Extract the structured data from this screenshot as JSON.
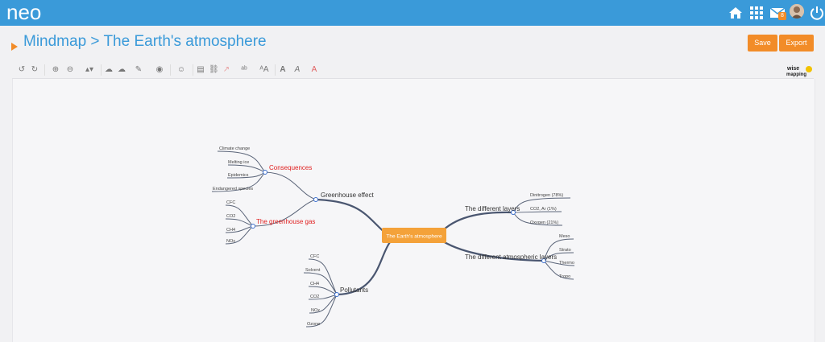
{
  "app": {
    "logo_text": "neo"
  },
  "header": {
    "icons": [
      "home-icon",
      "apps-grid-icon",
      "mail-icon",
      "avatar",
      "power-icon"
    ],
    "mail_badge": "8"
  },
  "page": {
    "title": "Mindmap > The Earth's atmosphere",
    "save_label": "Save",
    "export_label": "Export"
  },
  "toolbar": {
    "icons": [
      "undo-icon",
      "redo-icon",
      "zoom-in-icon",
      "zoom-out-icon",
      "shape-icon",
      "topic-add-icon",
      "topic-delete-icon",
      "pencil-icon",
      "color-icon",
      "icon-picker-icon",
      "note-icon",
      "link-icon",
      "connector-icon",
      "font-icon",
      "bold-icon",
      "italic-icon",
      "font-color-icon"
    ],
    "brand_top": "wise",
    "brand_bottom": "mapping"
  },
  "mindmap": {
    "central": "The Earth's atmosphere",
    "greenhouse_effect": "Greenhouse effect",
    "consequences": "Consequences",
    "consequences_items": [
      "Climate change",
      "Melting ice",
      "Epidemics",
      "Endangered species"
    ],
    "greenhouse_gas": "The greenhouse gas",
    "gas_items": [
      "CFC",
      "CO2",
      "CH4",
      "NOx"
    ],
    "pollutants": "Pollutants",
    "pollutant_items": [
      "CFC",
      "Solvent",
      "CH4",
      "CO2",
      "NOx",
      "Ozone"
    ],
    "layers": "The different layers",
    "layer_items": [
      "Dinitrogen (78%)",
      "CO2, Ar (1%)",
      "Oxygen (21%)"
    ],
    "atm_layers": "The different atmospheric layers",
    "atm_items": [
      "Meso",
      "Strato",
      "Thermo",
      "Tropo"
    ]
  },
  "colors": {
    "header_bg": "#3a9ad9",
    "accent": "#f28c28",
    "central_bg": "#f4a23a",
    "branch_line": "#4a5670",
    "highlight_text": "#e02020"
  }
}
